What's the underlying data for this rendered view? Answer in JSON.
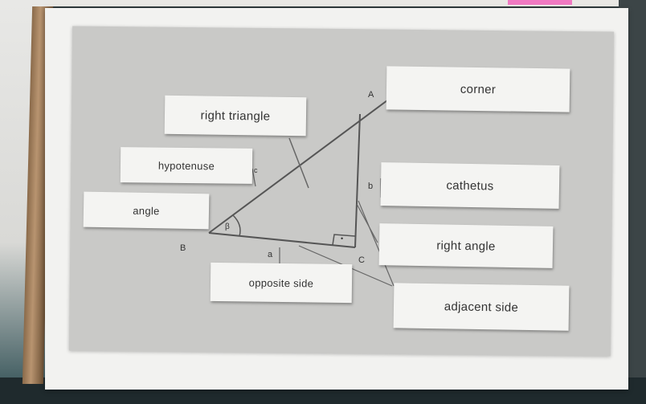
{
  "labels": {
    "corner": "corner",
    "right_triangle": "right triangle",
    "hypotenuse": "hypotenuse",
    "cathetus": "cathetus",
    "angle": "angle",
    "right_angle": "right angle",
    "opposite_side": "opposite side",
    "adjacent_side": "adjacent side"
  },
  "vertices": {
    "A": "A",
    "B": "B",
    "C": "C"
  },
  "sides": {
    "a": "a",
    "b": "b",
    "c": "c"
  },
  "angle_symbol": "β",
  "right_angle_dot": "•"
}
